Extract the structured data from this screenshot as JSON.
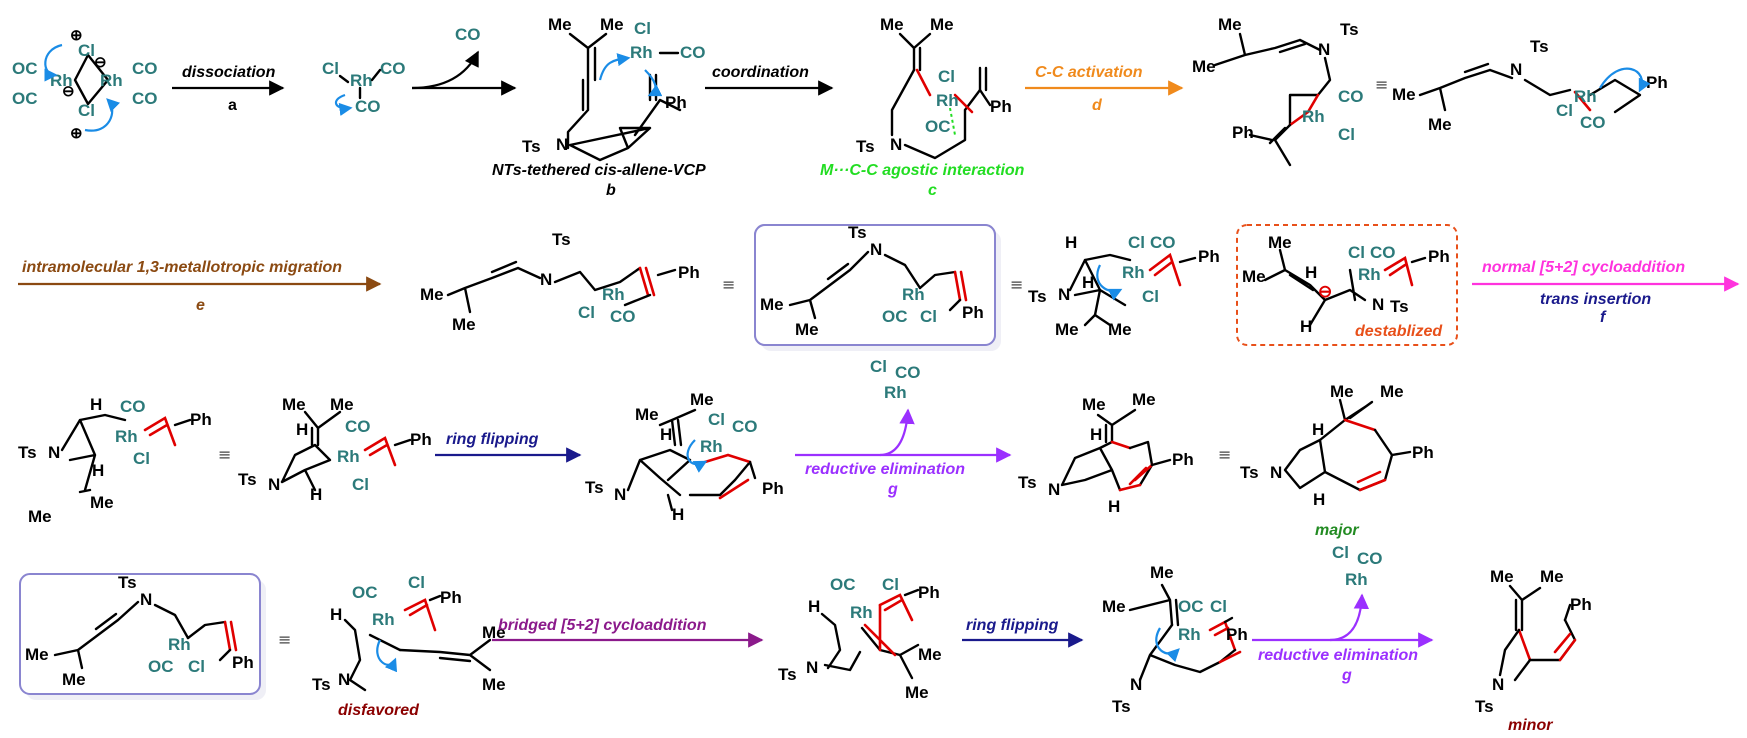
{
  "colors": {
    "metal_teal": "#2c7a7a",
    "curly_arrow_blue": "#1a8ce6",
    "new_bond_red": "#e00000",
    "agostic_green": "#22dd22",
    "step_a_black": "#000000",
    "step_cd_orange": "#f08a1c",
    "step_e_brown": "#8b4a12",
    "step_f_magenta": "#ff33dd",
    "step_f_navy": "#1a1a8c",
    "ring_flip_navy": "#1a1a8c",
    "reductive_elim_purple": "#9b30ff",
    "bridged_purple": "#8b1a8b",
    "major_green": "#228b22",
    "disfavored_darkred": "#8b0000",
    "destabilized_orange": "#e8501a",
    "box_border_lavender": "#8a85d0"
  },
  "atoms": {
    "Rh": "Rh",
    "Cl": "Cl",
    "CO": "CO",
    "OC": "OC",
    "Me": "Me",
    "Ph": "Ph",
    "Ts": "Ts",
    "N": "N",
    "H": "H",
    "minus": "⊖",
    "plus": "⊕",
    "equiv": "≡"
  },
  "free_co": "CO",
  "steps": {
    "a": {
      "label": "dissociation",
      "letter": "a"
    },
    "b": {
      "label": "coordination"
    },
    "cd": {
      "label": "C-C activation",
      "letter": "d"
    },
    "e": {
      "label": "intramolecular 1,3-metallotropic migration",
      "letter": "e"
    },
    "f": {
      "label": "normal [5+2] cycloaddition",
      "sublabel": "trans insertion",
      "letter": "f"
    },
    "flip1": {
      "label": "ring flipping"
    },
    "g1": {
      "label": "reductive elimination",
      "letter": "g"
    },
    "bridged": {
      "label": "bridged [5+2] cycloaddition"
    },
    "flip2": {
      "label": "ring flipping"
    },
    "g2": {
      "label": "reductive elimination",
      "letter": "g"
    }
  },
  "captions": {
    "b_name": "NTs-tethered cis-allene-VCP",
    "b_letter": "b",
    "c_name": "M···C-C agostic interaction",
    "c_letter": "c",
    "destabilized": "destablized",
    "major": "major",
    "disfavored": "disfavored",
    "minor": "minor"
  }
}
